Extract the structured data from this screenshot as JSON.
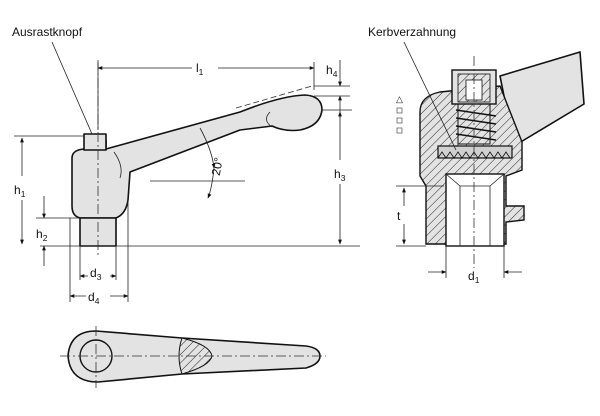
{
  "labels": {
    "ausrastknopf": "Ausrastknopf",
    "kerbverzahnung": "Kerbverzahnung",
    "angle": "20°"
  },
  "dimensions": {
    "l1": {
      "base": "l",
      "sub": "1"
    },
    "h1": {
      "base": "h",
      "sub": "1"
    },
    "h2": {
      "base": "h",
      "sub": "2"
    },
    "h3": {
      "base": "h",
      "sub": "3"
    },
    "h4": {
      "base": "h",
      "sub": "4"
    },
    "d1": {
      "base": "d",
      "sub": "1"
    },
    "d3": {
      "base": "d",
      "sub": "3"
    },
    "d4": {
      "base": "d",
      "sub": "4"
    },
    "t": {
      "base": "t"
    }
  },
  "colors": {
    "fill": "#e3e3e3",
    "line": "#111111"
  }
}
